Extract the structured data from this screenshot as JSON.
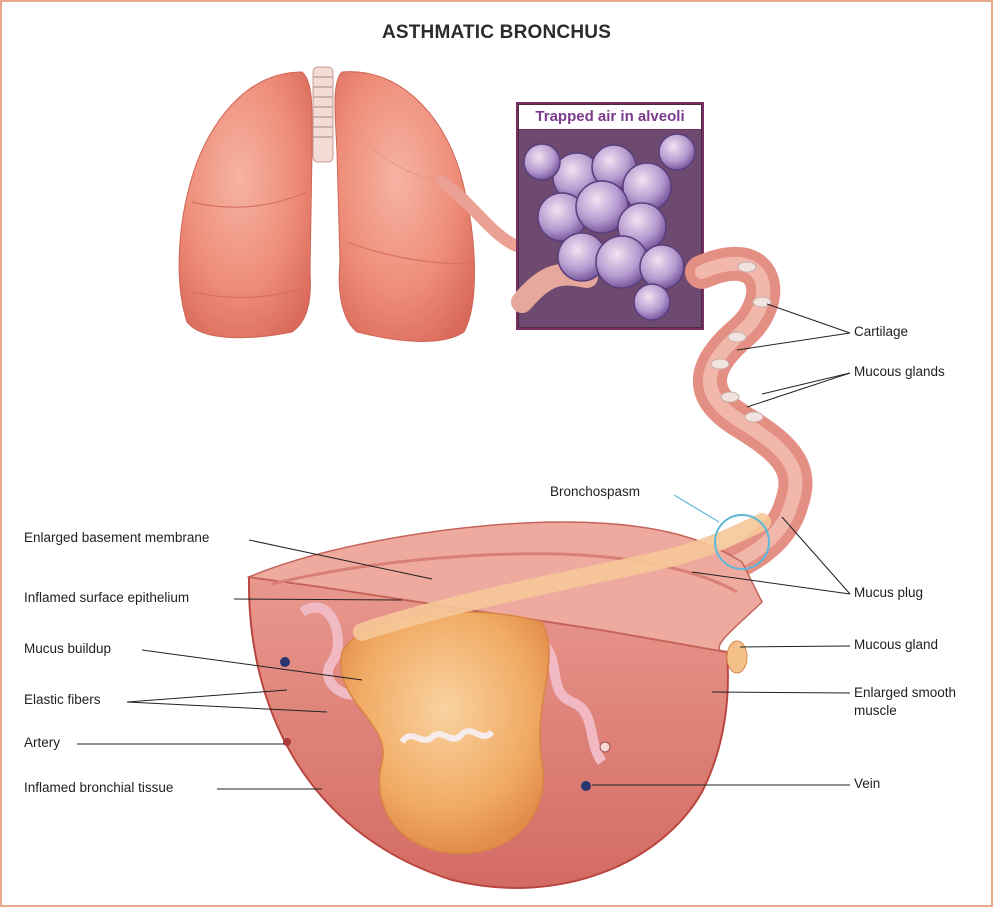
{
  "title": "ASTHMATIC BRONCHUS",
  "inset": {
    "label": "Trapped air in alveoli"
  },
  "labels": {
    "left": [
      "Enlarged basement membrane",
      "Inflamed surface epithelium",
      "Mucus buildup",
      "Elastic fibers",
      "Artery",
      "Inflamed bronchial tissue"
    ],
    "center": "Bronchospasm",
    "right": [
      "Cartilage",
      "Mucous glands",
      "Mucus plug",
      "Mucous gland",
      "Enlarged smooth muscle",
      "Vein"
    ]
  },
  "colors": {
    "lung": "#ef8e7a",
    "lung_shadow": "#d9695a",
    "tissue": "#e9897f",
    "tissue_dark": "#c9544e",
    "mucus": "#f3b26a",
    "alveoli": "#8d6fb2",
    "frame": "#e8a98a",
    "bronchospasm_circle": "#5fb8d8"
  }
}
